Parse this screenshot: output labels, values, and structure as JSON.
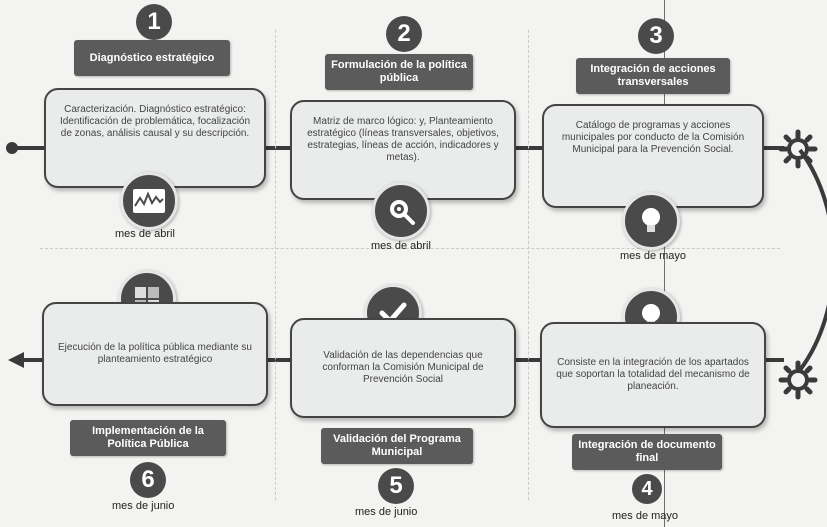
{
  "steps": [
    {
      "number": "1",
      "title": "Diagnóstico estratégico",
      "description": "Caracterización. Diagnóstico estratégico: Identificación de problemática, focalización de zonas, análisis causal y su descripción.",
      "month": "mes de abril",
      "icon": "chart-monitor-icon"
    },
    {
      "number": "2",
      "title": "Formulación de la política pública",
      "description": "Matriz de marco lógico: y, Planteamiento estratégico (líneas transversales, objetivos, estrategias, líneas de acción, indicadores y metas).",
      "month": "mes de abril",
      "icon": "gears-search-icon"
    },
    {
      "number": "3",
      "title": "Integración de acciones transversales",
      "description": "Catálogo de programas y acciones municipales por conducto de la Comisión Municipal para la Prevención Social.",
      "month": "mes de mayo",
      "icon": "lightbulb-icon"
    },
    {
      "number": "4",
      "title": "Integración de documento final",
      "description": "Consiste en la integración de los apartados que soportan la totalidad del mecanismo de planeación.",
      "month": "mes de mayo",
      "icon": "lightbulb-icon"
    },
    {
      "number": "5",
      "title": "Validación del Programa Municipal",
      "description": "Validación de las dependencias que conforman la Comisión Municipal de Prevención Social",
      "month": "mes de junio",
      "icon": "checkmark-icon"
    },
    {
      "number": "6",
      "title": "Implementación de la Política Pública",
      "description": "Ejecución de la política pública mediante su planteamiento estratégico",
      "month": "mes de junio",
      "icon": "puzzle-gears-icon"
    }
  ],
  "colors": {
    "dark": "#4a4a4a",
    "card": "#e9ecea",
    "badge": "#5b5b5b",
    "line": "#3a3a3a"
  }
}
